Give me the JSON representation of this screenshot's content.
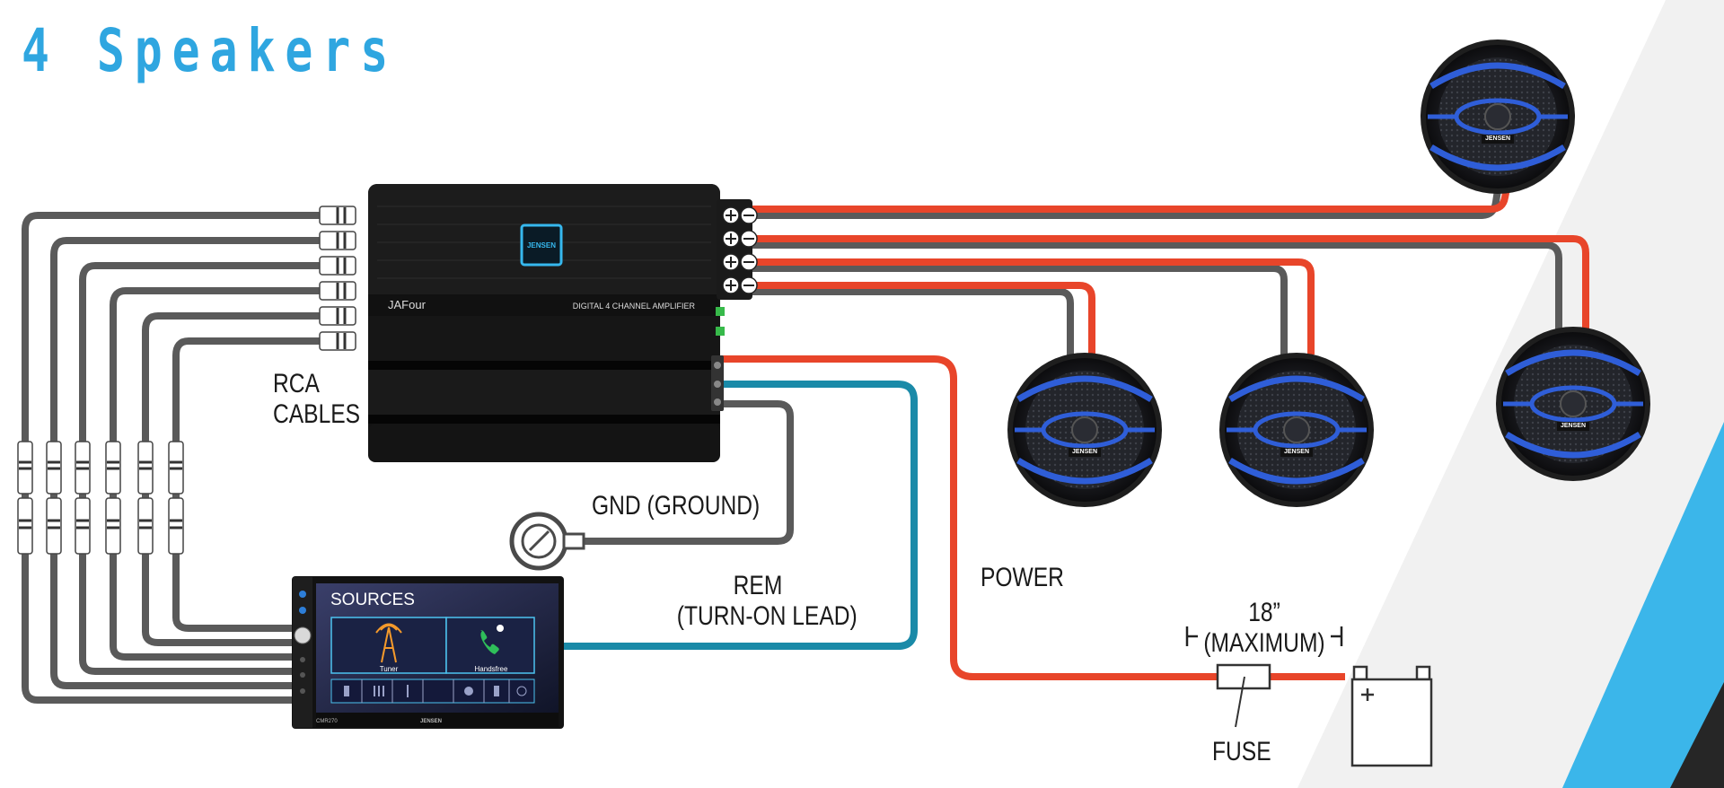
{
  "title": "4 Speakers",
  "amplifier": {
    "brand": "JENSEN",
    "model": "JAFour",
    "description": "DIGITAL 4 CHANNEL AMPLIFIER"
  },
  "head_unit": {
    "screen_title": "SOURCES",
    "sources": [
      "Tuner",
      "Handsfree"
    ],
    "model": "CMR270",
    "brand": "JENSEN"
  },
  "speakers": {
    "brand": "JENSEN",
    "count": 4
  },
  "labels": {
    "rca_line1": "RCA",
    "rca_line2": "CABLES",
    "ground": "GND (GROUND)",
    "rem_line1": "REM",
    "rem_line2": "(TURN-ON LEAD)",
    "power": "POWER",
    "fuse_distance": "18”",
    "fuse_max": "(MAXIMUM)",
    "fuse": "FUSE"
  },
  "colors": {
    "speaker_wire": "#e8452a",
    "power_wire": "#e8452a",
    "remote_wire": "#1a8aa8",
    "ground_wire": "#5a5a5a",
    "rca_cable": "#5a5a5a",
    "title_blue": "#2fa6e0",
    "accent_blue": "#3bb6ea",
    "speaker_trim": "#2f5ed8"
  }
}
